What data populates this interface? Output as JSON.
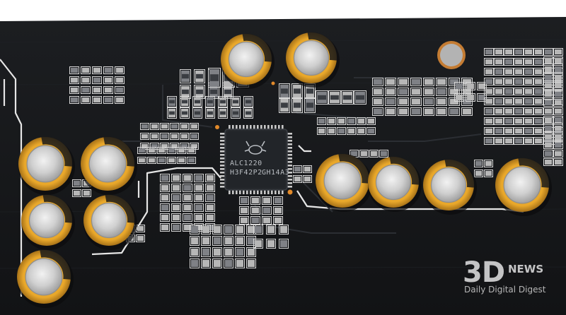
{
  "chip": {
    "line1": "ALC1220",
    "line2": "H3F42P2",
    "line3": "GH14A3"
  },
  "watermark": {
    "brand_a": "3D",
    "brand_b": "NEWS",
    "tagline": "Daily Digital Digest"
  },
  "colors": {
    "board": "#17191c",
    "trace_silk": "#e6e6e6",
    "cap_sleeve": "#e7a42a",
    "cap_top": "#d4d4d4",
    "chip_body": "#26292d"
  },
  "icons": [
    "realtek-crab-logo",
    "capacitor",
    "smd-pad"
  ]
}
